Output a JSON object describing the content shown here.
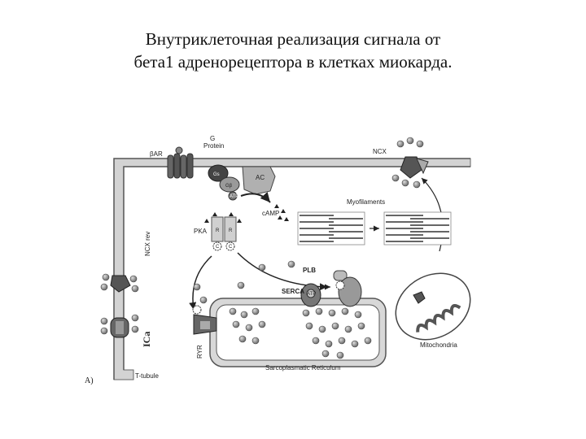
{
  "title": {
    "line1": "Внутриклеточная реализация сигнала от",
    "line2": "бета1 адренорецептора в клетках миокарда."
  },
  "diagram": {
    "panel_label": "A)",
    "labels": {
      "beta_ar": "βAR",
      "g_protein_1": "G",
      "g_protein_2": "Protein",
      "gs": "Gs",
      "gbeta": "Gβ",
      "ac": "AC",
      "atp": "ATP",
      "camp": "cAMP",
      "pka": "PKA",
      "r1": "R",
      "r2": "R",
      "c1": "C",
      "c2": "C",
      "ncx_top": "NCX",
      "ncx_rev": "NCX rev",
      "myofilaments": "Myofilaments",
      "plb": "PLB",
      "serca": "SERCA",
      "serca_atp": "ATP",
      "ryr": "RYR",
      "ica": "ICa",
      "mitochondria": "Mitochondria",
      "sr": "Sarcoplasmatic Reticulum",
      "t_tubule": "T-tubule"
    }
  },
  "colors": {
    "membrane_fill": "#c8c8c8",
    "membrane_stroke": "#555555",
    "ion_fill": "#8a8a8a",
    "arrow": "#222222"
  }
}
